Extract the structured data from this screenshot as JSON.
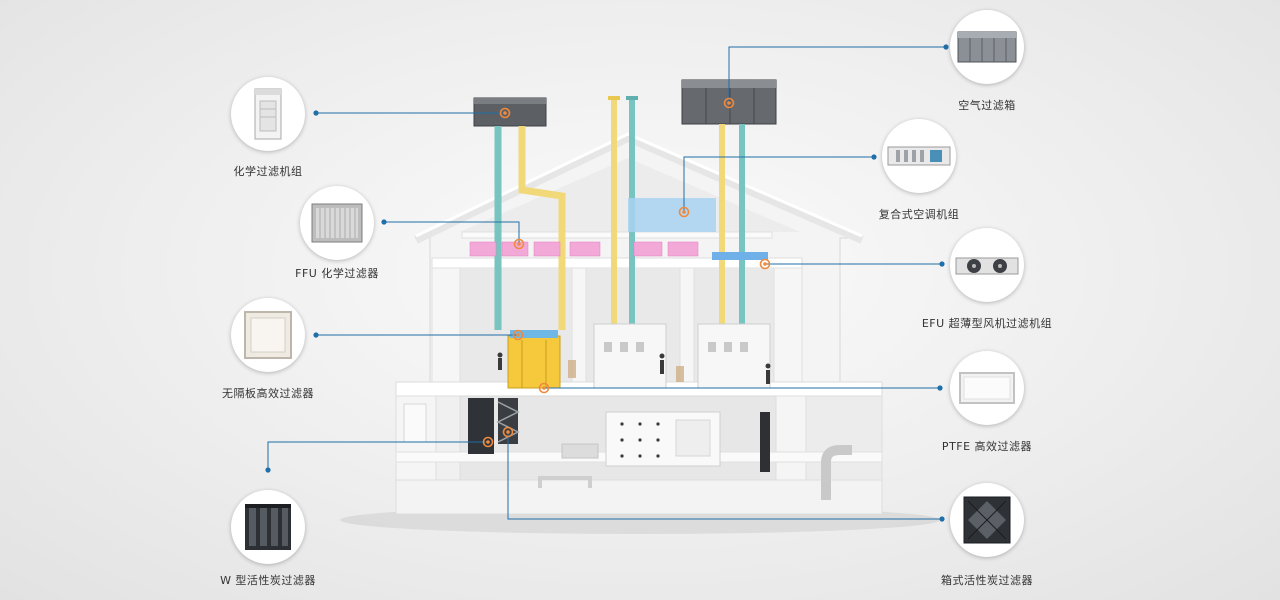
{
  "accent_color": "#1f6fa8",
  "marker_color": "#f08a3c",
  "products": [
    {
      "id": "chem-unit",
      "label": "化学过滤机组",
      "icon": "chemical-filter-unit-icon"
    },
    {
      "id": "ffu-chem",
      "label": "FFU 化学过滤器",
      "icon": "ffu-chemical-filter-icon"
    },
    {
      "id": "no-sep-hepa",
      "label": "无隔板高效过滤器",
      "icon": "separatorless-hepa-filter-icon"
    },
    {
      "id": "w-carbon",
      "label": "W 型活性炭过滤器",
      "icon": "w-type-carbon-filter-icon"
    },
    {
      "id": "air-box",
      "label": "空气过滤箱",
      "icon": "air-filter-box-icon"
    },
    {
      "id": "combo-ac",
      "label": "复合式空调机组",
      "icon": "composite-ac-unit-icon"
    },
    {
      "id": "efu",
      "label": "EFU 超薄型风机过滤机组",
      "icon": "efu-ultrathin-fan-filter-icon"
    },
    {
      "id": "ptfe",
      "label": "PTFE 高效过滤器",
      "icon": "ptfe-hepa-filter-icon"
    },
    {
      "id": "box-carbon",
      "label": "箱式活性炭过滤器",
      "icon": "box-carbon-filter-icon"
    }
  ]
}
